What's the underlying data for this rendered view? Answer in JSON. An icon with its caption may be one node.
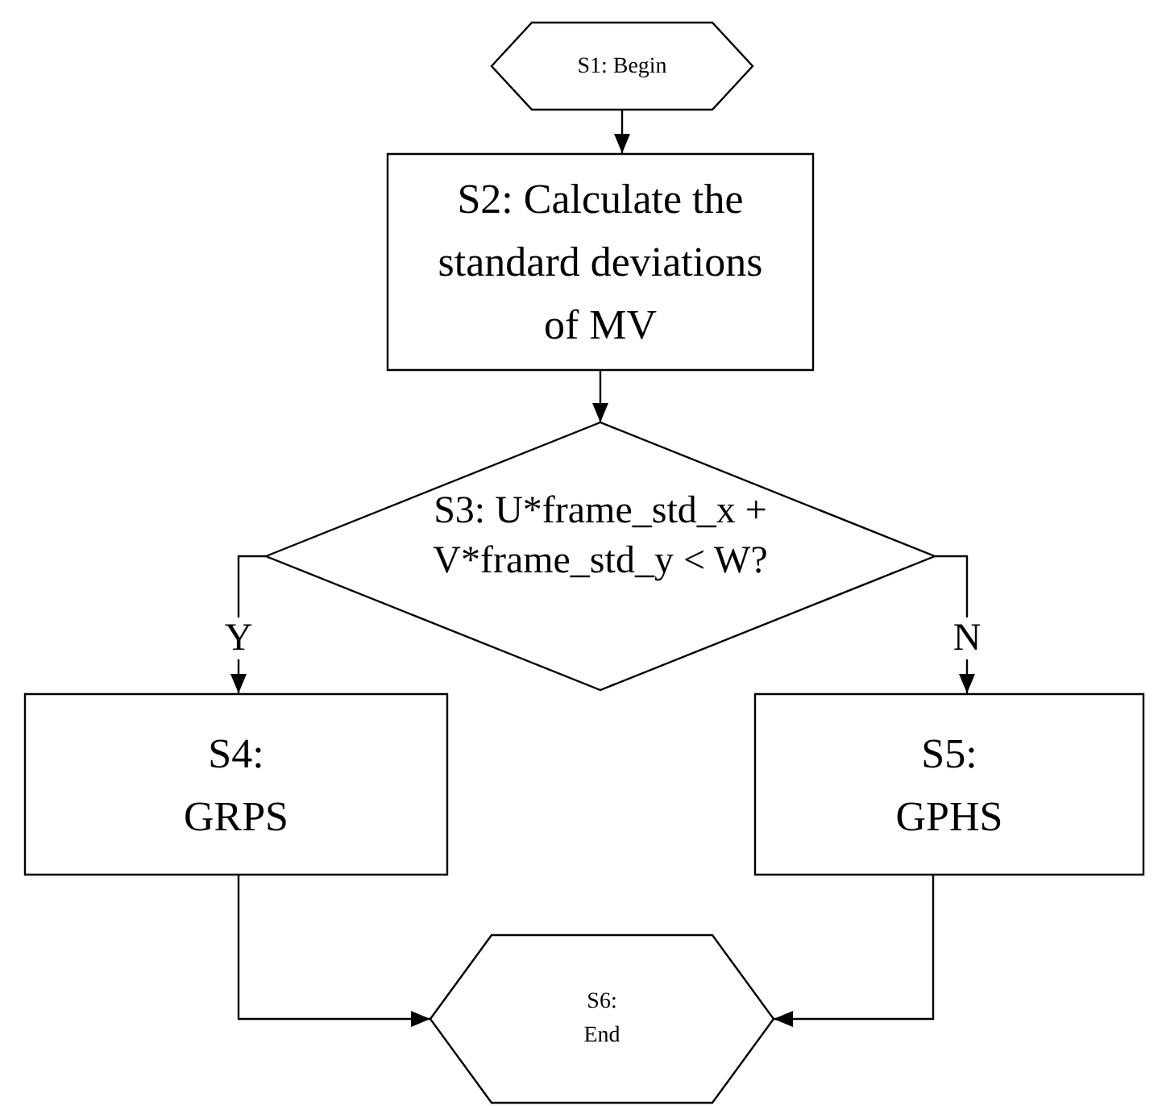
{
  "diagram": {
    "nodes": [
      {
        "text": [
          "S1: Begin"
        ]
      },
      {
        "text": [
          "S2: Calculate the standard deviations of MV"
        ]
      },
      {
        "text": [
          "S3: U*frame_std_x + V*frame_std_y < W?"
        ]
      },
      {
        "text": [
          "S4: GRPS"
        ]
      },
      {
        "text": [
          "S5: GPHS"
        ]
      },
      {
        "text": [
          "S6: End"
        ]
      }
    ],
    "edges": [
      {
        "from": 0,
        "to": 1,
        "arrow": "to"
      },
      {
        "from": 1,
        "to": 2,
        "arrow": "to"
      },
      {
        "from": 2,
        "to": 3,
        "arrow": "to",
        "label": "Y"
      },
      {
        "from": 2,
        "to": 4,
        "arrow": "to",
        "label": "N"
      },
      {
        "from": 3,
        "to": 5,
        "arrow": "to"
      },
      {
        "from": 4,
        "to": 5,
        "arrow": "to"
      }
    ]
  }
}
